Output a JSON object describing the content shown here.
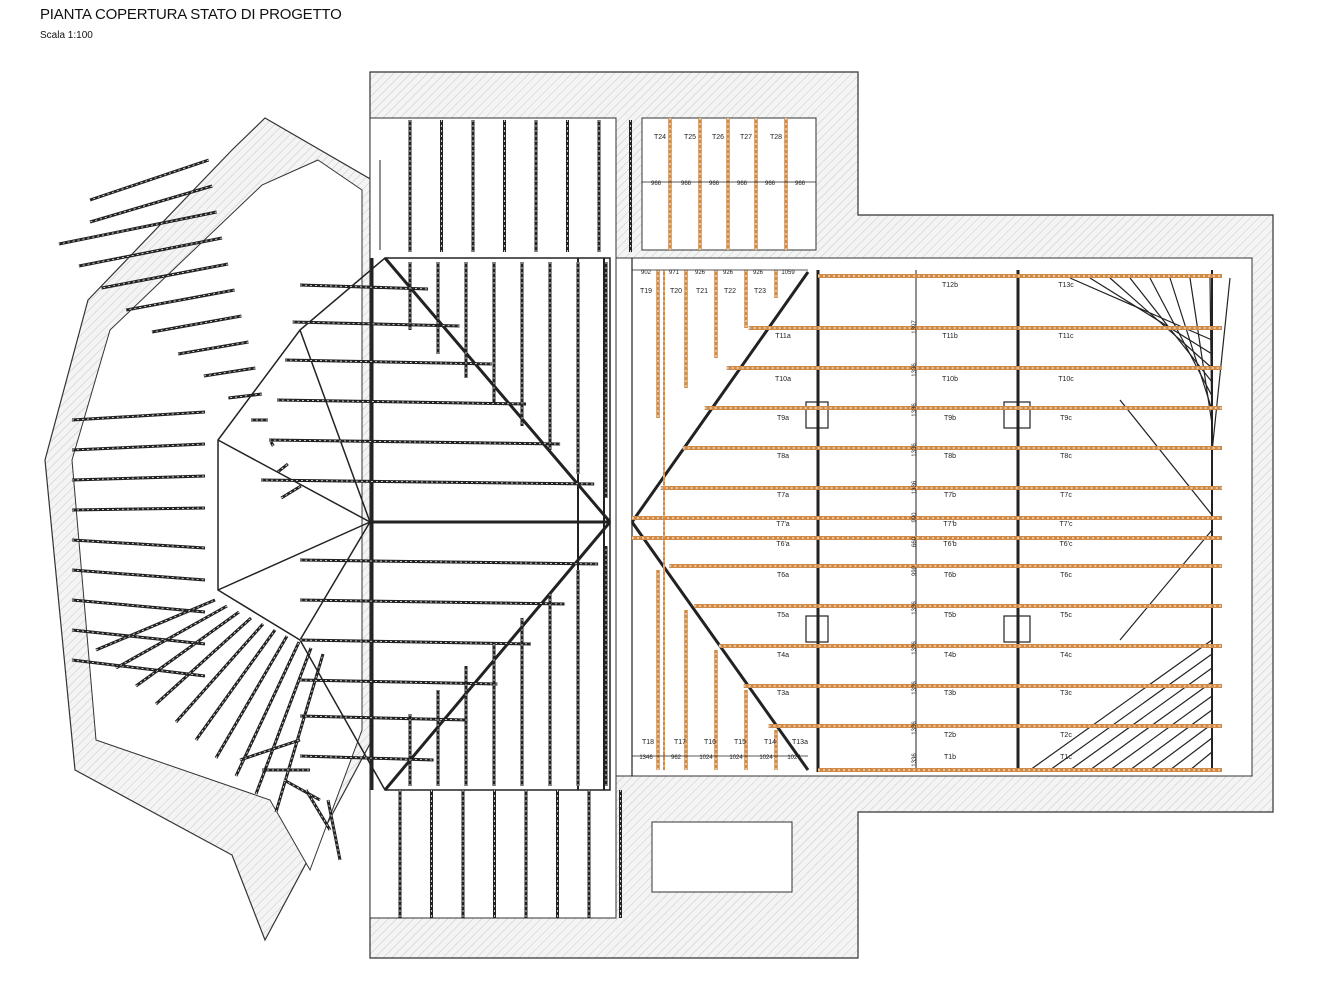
{
  "header": {
    "title": "PIANTA COPERTURA STATO DI PROGETTO",
    "scale": "Scala 1:100"
  },
  "colors": {
    "wall_fill": "#f2f2f2",
    "wall_stroke": "#333333",
    "new_beam": "#d08a45",
    "existing_beam": "#222222"
  },
  "upper_labels": [
    "T24",
    "T25",
    "T26",
    "T27",
    "T28"
  ],
  "upper_dims": [
    "966",
    "966",
    "966",
    "966",
    "966",
    "966"
  ],
  "top_dims": [
    "902",
    "971",
    "926",
    "926",
    "926",
    "1059"
  ],
  "top_row_labels": [
    "T19",
    "T20",
    "T21",
    "T22",
    "T23"
  ],
  "bottom_row_labels": [
    "T18",
    "T17",
    "T16",
    "T15",
    "T14",
    "T13a"
  ],
  "bottom_dims": [
    "1346",
    "962",
    "1024",
    "1024",
    "1024",
    "1024"
  ],
  "bay_rows": [
    {
      "a": "",
      "b": "T12b",
      "c": "T13c"
    },
    {
      "a": "T11a",
      "b": "T11b",
      "c": "T11c"
    },
    {
      "a": "T10a",
      "b": "T10b",
      "c": "T10c"
    },
    {
      "a": "T9a",
      "b": "T9b",
      "c": "T9c"
    },
    {
      "a": "T8a",
      "b": "T8b",
      "c": "T8c"
    },
    {
      "a": "T7a",
      "b": "T7b",
      "c": "T7c"
    },
    {
      "a": "T7'a",
      "b": "T7'b",
      "c": "T7'c"
    },
    {
      "a": "T6'a",
      "b": "T6'b",
      "c": "T6'c"
    },
    {
      "a": "T6a",
      "b": "T6b",
      "c": "T6c"
    },
    {
      "a": "T5a",
      "b": "T5b",
      "c": "T5c"
    },
    {
      "a": "T4a",
      "b": "T4b",
      "c": "T4c"
    },
    {
      "a": "T3a",
      "b": "T3b",
      "c": "T3c"
    },
    {
      "a": "",
      "b": "T2b",
      "c": "T2c"
    },
    {
      "a": "",
      "b": "T1b",
      "c": "T1c"
    }
  ],
  "vertical_dims": [
    "1397",
    "1336",
    "1336",
    "1336",
    "1336",
    "990",
    "660",
    "990",
    "1336",
    "1336",
    "1336",
    "1336",
    "1336",
    "1249"
  ]
}
